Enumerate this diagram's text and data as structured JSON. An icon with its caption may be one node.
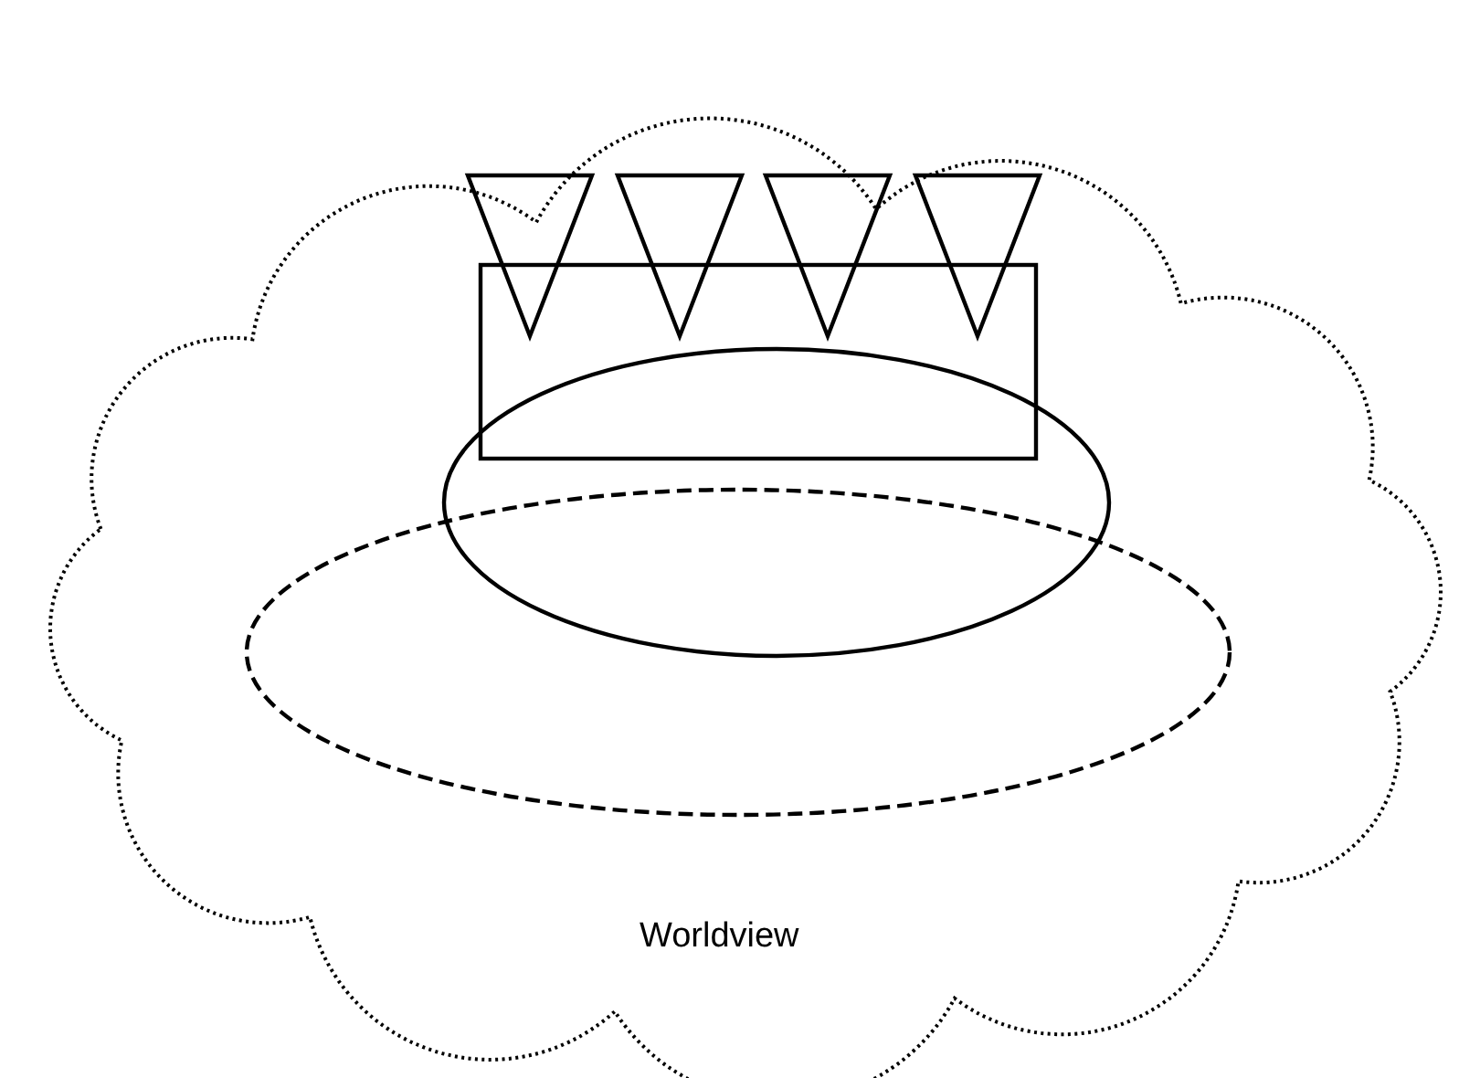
{
  "diagram": {
    "nodes": [
      {
        "text": [
          "Worldview"
        ]
      },
      {
        "text": [],
        "shape": "triangle",
        "in": 0
      },
      {
        "text": [],
        "shape": "triangle",
        "in": 0
      },
      {
        "text": [],
        "shape": "triangle",
        "in": 0
      },
      {
        "text": [],
        "shape": "triangle",
        "in": 0
      },
      {
        "text": [],
        "shape": "box",
        "in": 0
      },
      {
        "text": [],
        "shape": "ellipse",
        "in": 0
      },
      {
        "text": [],
        "shape": "ellipse",
        "in": 0
      }
    ]
  }
}
